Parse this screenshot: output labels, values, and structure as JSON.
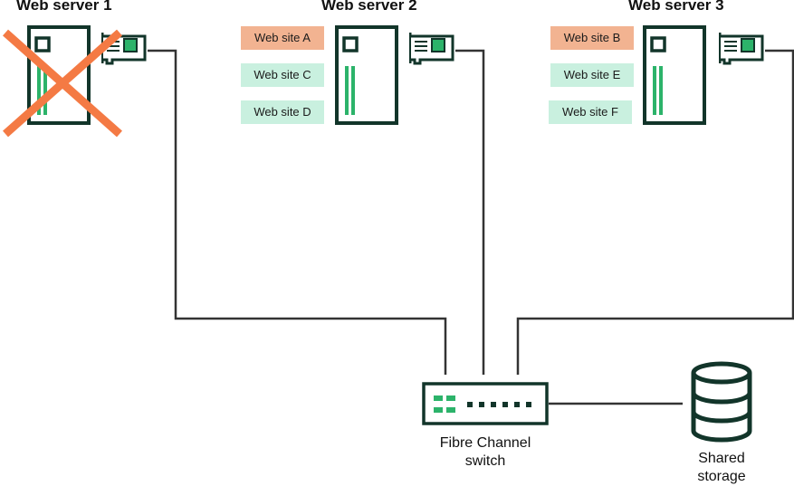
{
  "servers": [
    {
      "title": "Web server 1",
      "failed": true,
      "sites": []
    },
    {
      "title": "Web server 2",
      "failed": false,
      "sites": [
        {
          "label": "Web site A",
          "state": "failed-over"
        },
        {
          "label": "Web site C",
          "state": "normal"
        },
        {
          "label": "Web site D",
          "state": "normal"
        }
      ]
    },
    {
      "title": "Web server 3",
      "failed": false,
      "sites": [
        {
          "label": "Web site B",
          "state": "failed-over"
        },
        {
          "label": "Web site E",
          "state": "normal"
        },
        {
          "label": "Web site F",
          "state": "normal"
        }
      ]
    }
  ],
  "switch": {
    "label_line1": "Fibre Channel",
    "label_line2": "switch"
  },
  "storage": {
    "label_line1": "Shared",
    "label_line2": "storage"
  },
  "colors": {
    "outline": "#12352a",
    "accent_green": "#2cb36a",
    "site_normal": "#c9f0df",
    "site_failed_over": "#f2b391",
    "failure_x": "#f47a44",
    "connector": "#333333"
  },
  "icons": [
    "server-icon",
    "nic-card-icon",
    "failure-x-icon",
    "switch-icon",
    "database-icon"
  ]
}
